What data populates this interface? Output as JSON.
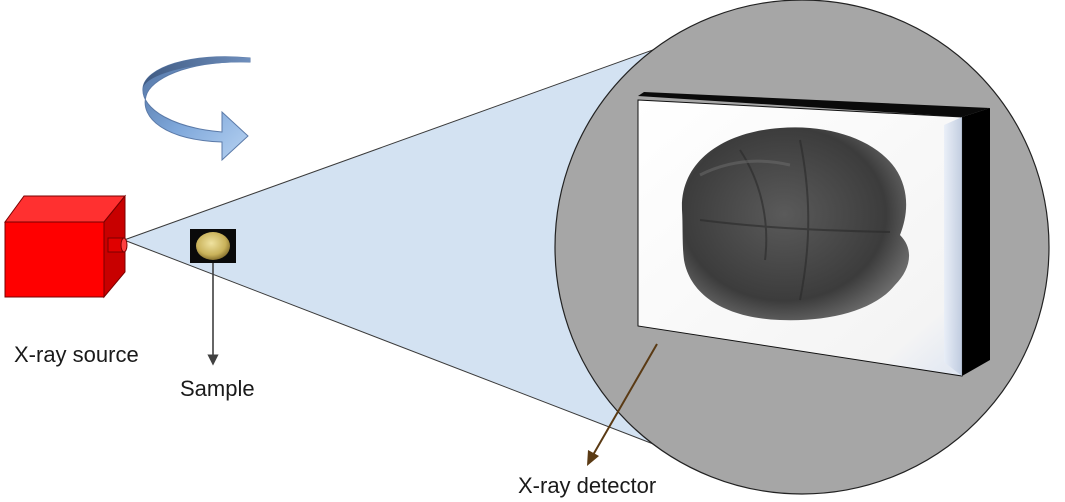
{
  "labels": {
    "source": "X-ray source",
    "sample": "Sample",
    "detector": "X-ray detector"
  },
  "colors": {
    "source_front": "#ff0000",
    "source_top": "#ff3030",
    "source_side": "#c80000",
    "beam": "#d3e2f2",
    "circle": "#a6a6a6",
    "rotation_arrow": "#7aa6dc",
    "pointer_sample": "#404040",
    "pointer_detector": "#5a3a14"
  },
  "icons": {
    "rotation": "rotation-arrow-icon"
  }
}
